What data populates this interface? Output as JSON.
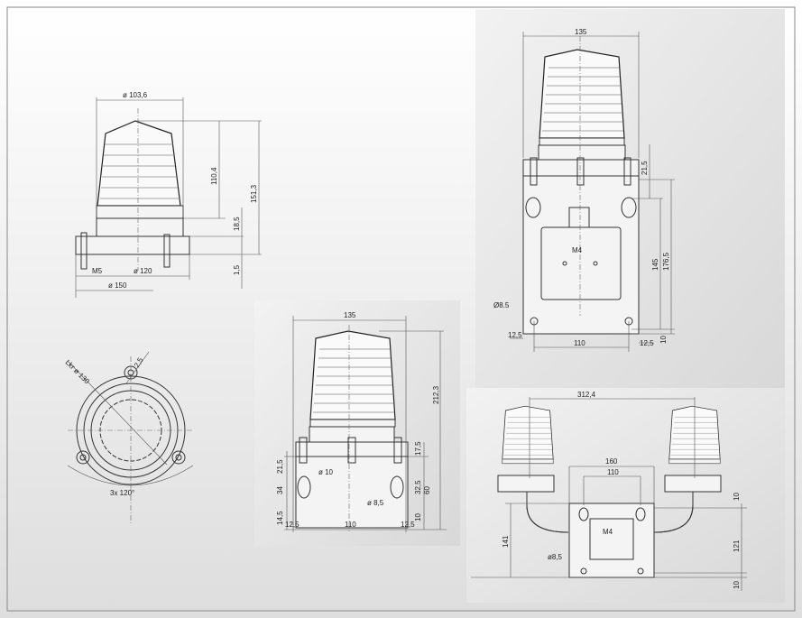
{
  "views": {
    "side_view": {
      "dia_top": "ø 103,6",
      "height_dome": "110,4",
      "height_total": "151,3",
      "base_height": "18,5",
      "flange": "1,5",
      "thread": "M5",
      "dia_bolt": "ø 120",
      "dia_base": "ø 150"
    },
    "top_view": {
      "bolt_circle": "Lkr ø 130",
      "hole": "2,5",
      "angle": "3x 120°"
    },
    "wall_mount_small": {
      "width": "135",
      "height_total": "212,3",
      "d1": "17,5",
      "d2": "21,5",
      "d3": "34",
      "d4": "14,5",
      "hole_large": "ø 10",
      "hole_small": "ø 8,5",
      "d5": "32,5",
      "d6": "60",
      "d7": "10",
      "edge_left": "12,5",
      "spacing": "110",
      "edge_right": "12,5"
    },
    "wall_mount_box": {
      "width": "135",
      "d1": "21,5",
      "d2": "145",
      "d3": "176,5",
      "screw": "M4",
      "hole": "Ø8.5",
      "edge_left": "12,5",
      "spacing": "110",
      "edge_right": "12,5",
      "bottom": "10"
    },
    "double_mount": {
      "span": "312,4",
      "plate_width": "160",
      "spacing": "110",
      "height_left": "141",
      "height_right": "121",
      "top": "10",
      "bottom": "10",
      "hole": "ø8,5",
      "screw": "M4"
    }
  }
}
